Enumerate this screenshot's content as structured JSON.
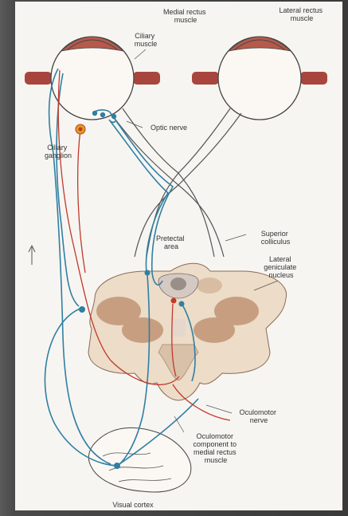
{
  "labels": {
    "medial_rectus": [
      "Medial rectus",
      "muscle"
    ],
    "lateral_rectus": [
      "Lateral rectus",
      "muscle"
    ],
    "ciliary_muscle": [
      "Ciliary",
      "muscle"
    ],
    "optic_nerve": "Optic nerve",
    "ciliary_ganglion": [
      "Ciliary",
      "ganglion"
    ],
    "pretectal_area": [
      "Pretectal",
      "area"
    ],
    "superior_colliculus": [
      "Superior",
      "colliculus"
    ],
    "lateral_geniculate": [
      "Lateral",
      "geniculate",
      "nucleus"
    ],
    "oculomotor_nerve": [
      "Oculomotor",
      "nerve"
    ],
    "oculomotor_component": [
      "Oculomotor",
      "component to",
      "medial rectus",
      "muscle"
    ],
    "visual_cortex": "Visual cortex"
  },
  "colors": {
    "nerve_blue": "#2f7fa3",
    "nerve_red": "#c0392b",
    "muscle": "#a8463e",
    "brain_tan": "#c79f80",
    "brain_light": "#ecdcc8",
    "ganglion": "#e0a020"
  }
}
